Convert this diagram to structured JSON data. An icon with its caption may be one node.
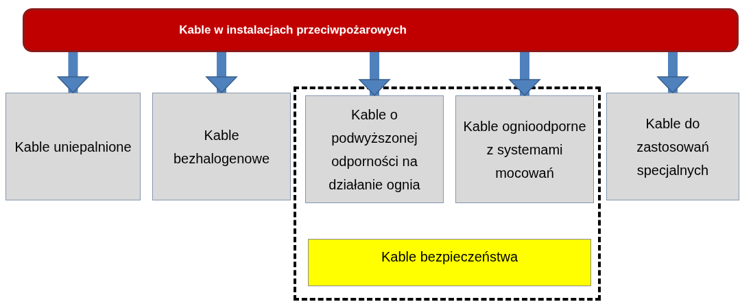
{
  "diagram": {
    "nodes": [
      {
        "text": [
          "Kable w instalacjach przeciwpożarowych"
        ]
      },
      {
        "text": [
          "Kable uniepalnione"
        ]
      },
      {
        "text": [
          "Kable bezhalogenowe"
        ]
      },
      {
        "text": [],
        "shape": "box"
      },
      {
        "text": [
          "Kable o podwyższonej odporności na działanie ognia"
        ],
        "in": 3
      },
      {
        "text": [
          "Kable ognioodporne z systemami mocowań"
        ],
        "in": 3
      },
      {
        "text": [
          "Kable bezpieczeństwa"
        ],
        "in": 3
      },
      {
        "text": [
          "Kable do zastosowań specjalnych"
        ]
      }
    ],
    "edges": [
      {
        "from": 0,
        "to": 1,
        "arrow": "to"
      },
      {
        "from": 0,
        "to": 2,
        "arrow": "to"
      },
      {
        "from": 0,
        "to": 4,
        "arrow": "to"
      },
      {
        "from": 0,
        "to": 5,
        "arrow": "to"
      },
      {
        "from": 0,
        "to": 7,
        "arrow": "to"
      }
    ]
  }
}
